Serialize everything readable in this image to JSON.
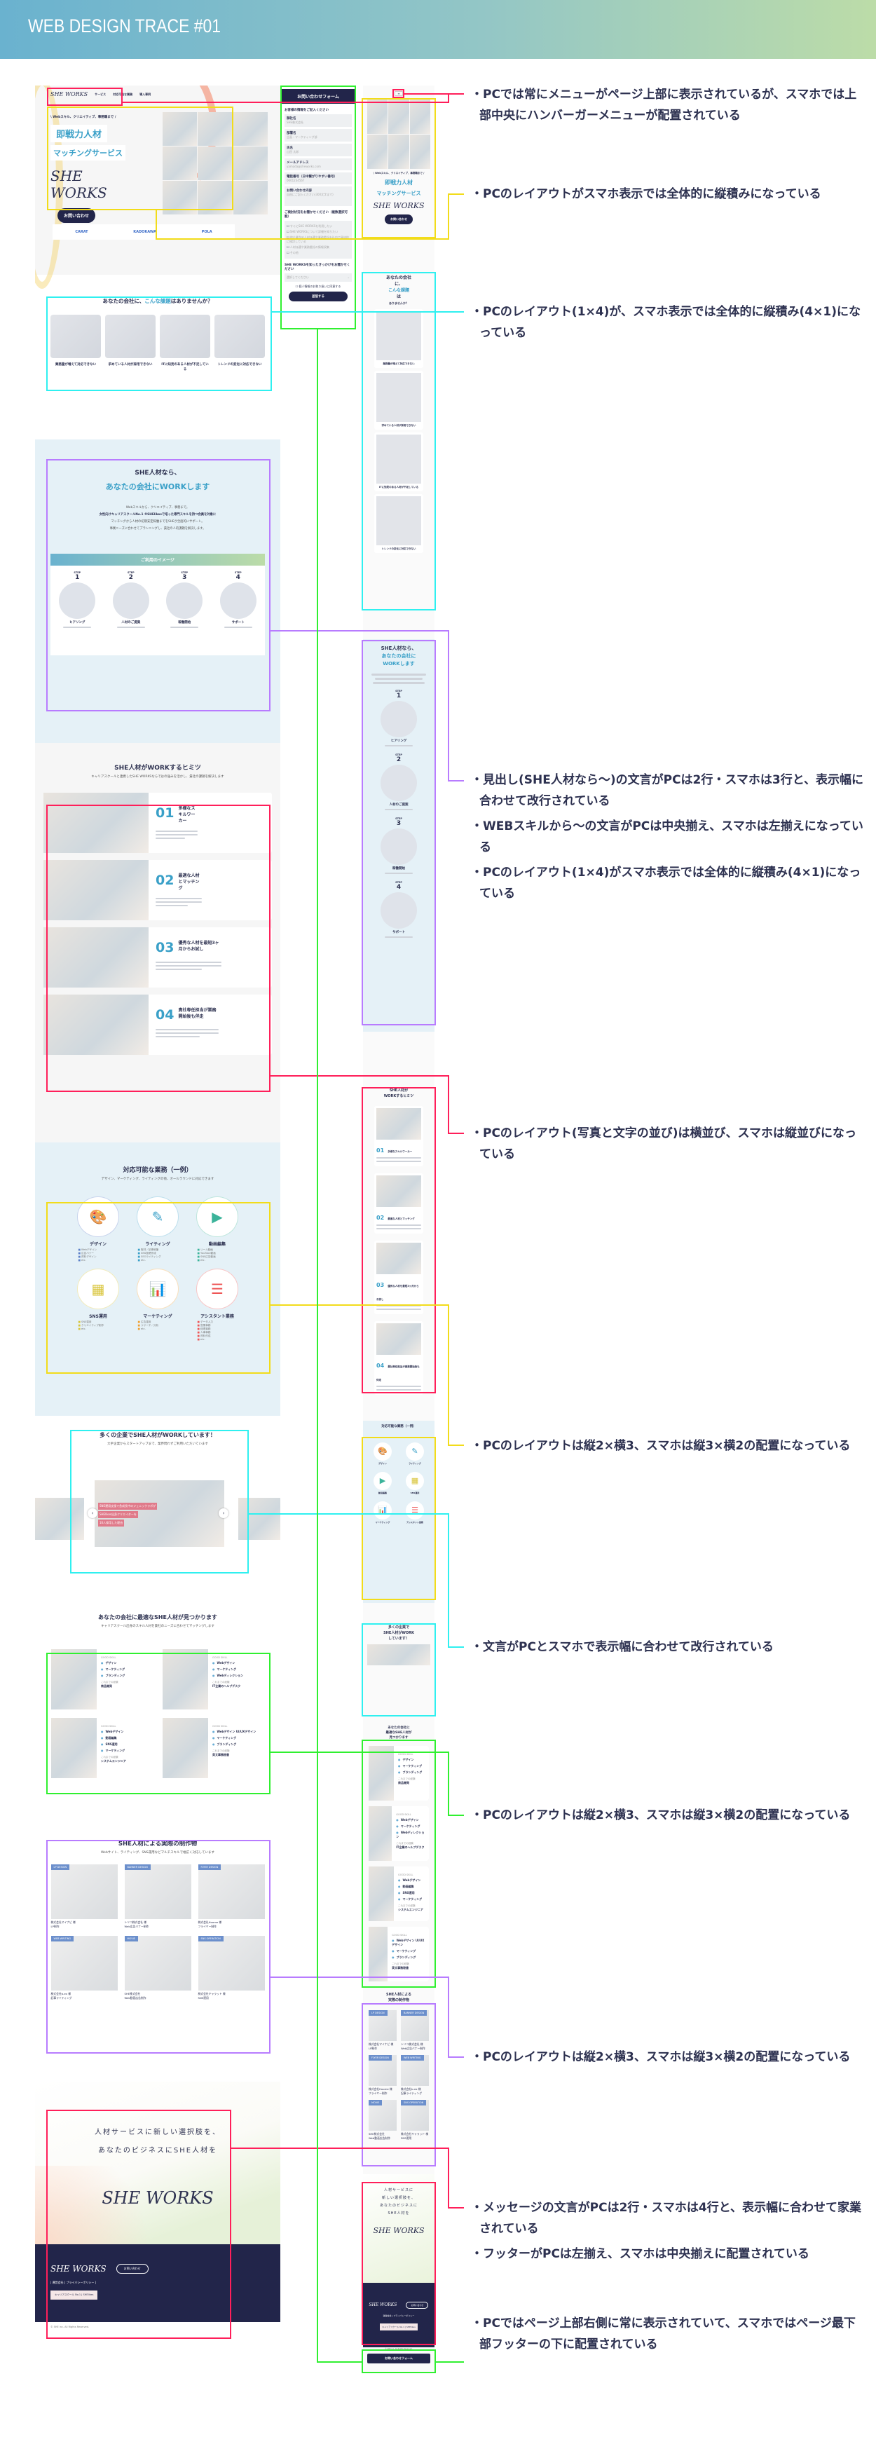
{
  "header": {
    "title": "WEB DESIGN TRACE #01"
  },
  "colors": {
    "header_start": "#6ab2cf",
    "header_end": "#bcdca8",
    "navy": "#22254a",
    "accent_blue": "#3aa0c8",
    "red": "#ff1f5a",
    "yellow": "#f2dc1a",
    "cyan": "#2ff0f0",
    "purple": "#b87cff",
    "green": "#30f030"
  },
  "pc": {
    "nav": {
      "logo": "SHE WORKS",
      "items": [
        "サービス",
        "対応可能な業務",
        "導入事例"
      ]
    },
    "hero": {
      "tagline": "\\ Webスキル、クリエイティブ、事務職まで /",
      "title1": "即戦力人材",
      "title2": "マッチングサービス",
      "logo": "SHE WORKS",
      "cta": "お問い合わせ",
      "client_logos": [
        "CARAT",
        "KADOKAWA",
        "POLA"
      ]
    },
    "issues": {
      "heading_pre": "あなたの会社に、",
      "heading_em": "こんな課題",
      "heading_post": "はありませんか？",
      "items": [
        "業務量が増えて対応できない",
        "求めている人材が採用できない",
        "ITに知見のある人材が不足している",
        "トレンドの変化に対応できない"
      ]
    },
    "she": {
      "heading1": "SHE人材なら、",
      "heading2": "あなたの会社にWORKします",
      "lines": [
        "Webスキルから、クリエイティブ、事務まで。",
        "女性向けキャリアスクールNo.1 ※SHElikesで培った専門スキルを持つ会員を対象に",
        "マッチングから人材の初期安定稼働までをSHEが全面的にサポート。",
        "事業ニーズに合わせてプランニングし、貴社の人的課題を解決します。"
      ],
      "usage_title": "ご利用のイメージ",
      "steps": [
        {
          "label": "STEP",
          "num": "1",
          "name": "ヒアリング"
        },
        {
          "label": "STEP",
          "num": "2",
          "name": "人材のご提案"
        },
        {
          "label": "STEP",
          "num": "3",
          "name": "稼働開始"
        },
        {
          "label": "STEP",
          "num": "4",
          "name": "サポート"
        }
      ]
    },
    "secrets": {
      "heading": "SHE人材がWORKするヒミツ",
      "sub": "キャリアスクールと連携したSHE WORKSならではの強みを活かし、貴社の課題を解決します",
      "items": [
        {
          "num": "01",
          "title": "多様なスキルワーカー"
        },
        {
          "num": "02",
          "title": "最適な人材とマッチング"
        },
        {
          "num": "03",
          "title": "優秀な人材を最短3ヶ月からお試し"
        },
        {
          "num": "04",
          "title": "貴社専任担当が業務開始後も伴走"
        }
      ]
    },
    "services": {
      "heading": "対応可能な業務（一例）",
      "sub": "デザイン、マーケティング、ライティングの他、オールラウンドに対応できます",
      "items": [
        {
          "name": "デザイン",
          "icon": "palette-icon",
          "color": "#5b7fc8",
          "list": [
            "Webデザイン",
            "広告バナー",
            "資料デザイン",
            "etc."
          ]
        },
        {
          "name": "ライティング",
          "icon": "pencil-icon",
          "color": "#3aa0c8",
          "list": [
            "取材／記事執筆",
            "SNS投稿作成",
            "SEOライティング",
            "etc."
          ]
        },
        {
          "name": "動画編集",
          "icon": "video-icon",
          "color": "#3bb39a",
          "list": [
            "リール動画",
            "YouTube動画",
            "SNS広告動画",
            "etc."
          ]
        },
        {
          "name": "SNS運用",
          "icon": "phone-grid-icon",
          "color": "#d8c437",
          "list": [
            "SNS運用",
            "クリエイティブ制作",
            "etc."
          ]
        },
        {
          "name": "マーケティング",
          "icon": "chart-search-icon",
          "color": "#f0a030",
          "list": [
            "広告運用",
            "リサーチ／分析",
            "etc."
          ]
        },
        {
          "name": "アシスタント業務",
          "icon": "monitor-list-icon",
          "color": "#ee5555",
          "list": [
            "データ入力",
            "営業事務",
            "経理事務",
            "人事事務",
            "資料作成",
            "etc."
          ]
        }
      ]
    },
    "companies": {
      "heading": "多くの企業でSHE人材がWORKしています！",
      "sub": "大手企業からスタートアップまで、業界問わずご利用いただいています",
      "banner": [
        "SNS運用支援で急成長中のジェニックラボが",
        "SHElikes出身クリエイターを",
        "10人採用した理由"
      ]
    },
    "matching": {
      "heading": "あなたの会社に最適なSHE人材が見つかります",
      "sub": "キャリアスクール出身のスキル人材を貴社のニーズに合わせてマッチングします",
      "skill_label": "GOOD SKILL",
      "exp_label": "これまでの経験",
      "people": [
        {
          "skills": [
            "デザイン",
            "マーケティング",
            "ブランディング"
          ],
          "exp": "商品開発"
        },
        {
          "skills": [
            "Webデザイン",
            "マーケティング",
            "Webディレクション"
          ],
          "exp": "IT企業のヘルプデスク"
        },
        {
          "skills": [
            "Webデザイン",
            "動画編集",
            "SNS運用",
            "マーケティング"
          ],
          "exp": "システムエンジニア"
        },
        {
          "skills": [
            "Webデザイン UI/UXデザイン",
            "マーケティング",
            "ブランディング"
          ],
          "exp": "英文事務秘書"
        }
      ]
    },
    "works": {
      "heading": "SHE人材による実際の制作物",
      "sub": "Webサイト、ライティング、SNS運用などマルチスキルで幅広く対応しています",
      "items": [
        {
          "tag": "LP DESIGN",
          "client": "株式会社マイナビ 様",
          "desc": "LP制作"
        },
        {
          "tag": "BANNER DESIGN",
          "client": "トリコ株式会社 様",
          "desc": "Web広告バナー制作"
        },
        {
          "tag": "FLYER DESIGN",
          "client": "株式会社Hoome 様",
          "desc": "フライヤー制作"
        },
        {
          "tag": "WEB WRITING",
          "client": "株式会社b-ex 様",
          "desc": "記事ライティング"
        },
        {
          "tag": "MOVIE",
          "client": "SHE株式会社",
          "desc": "Web動画広告制作"
        },
        {
          "tag": "SNS OPERATION",
          "client": "株式会社キャラット 様",
          "desc": "SNS運用"
        }
      ]
    },
    "message": {
      "line1": "人材サービスに新しい選択肢を、",
      "line2": "あなたのビジネスにSHE人材を",
      "logo": "SHE WORKS"
    },
    "footer": {
      "logo": "SHE WORKS",
      "cta": "お問い合わせ",
      "links": [
        "運営会社",
        "プライバシーポリシー"
      ],
      "badge": "キャリアスクール No.1 | SHElikes",
      "copyright": "© SHE inc. All Rights Reserved."
    }
  },
  "form": {
    "title": "お問い合わせフォーム",
    "section1": "お客様の情報をご記入ください",
    "fields": [
      {
        "label": "御社名",
        "placeholder": "SHE株式会社"
      },
      {
        "label": "部署名",
        "placeholder": "企画・マーケティング部"
      },
      {
        "label": "氏名",
        "placeholder": "山田 太郎"
      },
      {
        "label": "メールアドレス",
        "placeholder": "yamada@sheworks.com"
      },
      {
        "label": "電話番号（日中繋がりやすい番号）",
        "placeholder": "0001234567"
      },
      {
        "label": "お問い合わせ内容",
        "placeholder": "自由にご記入ください(300文字まで)"
      }
    ],
    "section2": "ご検討状況をお聞かせください（複数選択可能）",
    "options": [
      "すぐにSHE WORKSを利用したい",
      "SHE WORKSについて詳細を知りたい",
      "他企業含め人材派遣や業務委託を社内で具体的に検討している",
      "人材派遣や業務委託の情報収集",
      "その他"
    ],
    "section3": "SHE WORKSを知ったきっかけをお聞かせください",
    "select": "選択してください",
    "consent": "個人情報のお取り扱いに同意する",
    "submit": "送信する"
  },
  "sp": {
    "issues_heading": [
      "あなたの会社",
      "に、",
      "こんな課題",
      "は",
      "ありませんか？"
    ],
    "she_heading": [
      "SHE人材なら、",
      "あなたの会社に",
      "WORKします"
    ],
    "secrets_heading": [
      "SHE人材が",
      "WORKするヒミツ"
    ],
    "companies_heading": [
      "多くの企業で",
      "SHE人材がWORK",
      "しています！"
    ],
    "matching_heading": [
      "あなたの会社に",
      "最適なSHE人材が",
      "見つかります"
    ],
    "works_heading": [
      "SHE人材による",
      "実際の制作物"
    ],
    "message": [
      "人材サービスに",
      "新しい選択肢を、",
      "あなたのビジネスに",
      "SHE人材を"
    ],
    "bottom_button": "お問い合わせフォーム"
  },
  "annotations": [
    [
      "・PCでは常にメニューがページ上部に表示されているが、スマホでは上部中央にハンバーガーメニューが配置されている"
    ],
    [
      "・PCのレイアウトがスマホ表示では全体的に縦積みになっている"
    ],
    [
      "・PCのレイアウト(1×4)が、スマホ表示では全体的に縦積み(4×1)になっている"
    ],
    [
      "・見出し(SHE人材なら〜)の文言がPCは2行・スマホは3行と、表示幅に合わせて改行されている",
      "・WEBスキルから〜の文言がPCは中央揃え、スマホは左揃えになっている",
      "・PCのレイアウト(1×4)がスマホ表示では全体的に縦積み(4×1)になっている"
    ],
    [
      "・PCのレイアウト(写真と文字の並び)は横並び、スマホは縦並びになっている"
    ],
    [
      "・PCのレイアウトは縦2×横3、スマホは縦3×横2の配置になっている"
    ],
    [
      "・文言がPCとスマホで表示幅に合わせて改行されている"
    ],
    [
      "・PCのレイアウトは縦2×横3、スマホは縦3×横2の配置になっている"
    ],
    [
      "・PCのレイアウトは縦2×横3、スマホは縦3×横2の配置になっている"
    ],
    [
      "・メッセージの文言がPCは2行・スマホは4行と、表示幅に合わせて家業されている",
      "・フッターがPCは左揃え、スマホは中央揃えに配置されている"
    ],
    [
      "・PCではページ上部右側に常に表示されていて、スマホではページ最下部フッターの下に配置されている"
    ]
  ]
}
